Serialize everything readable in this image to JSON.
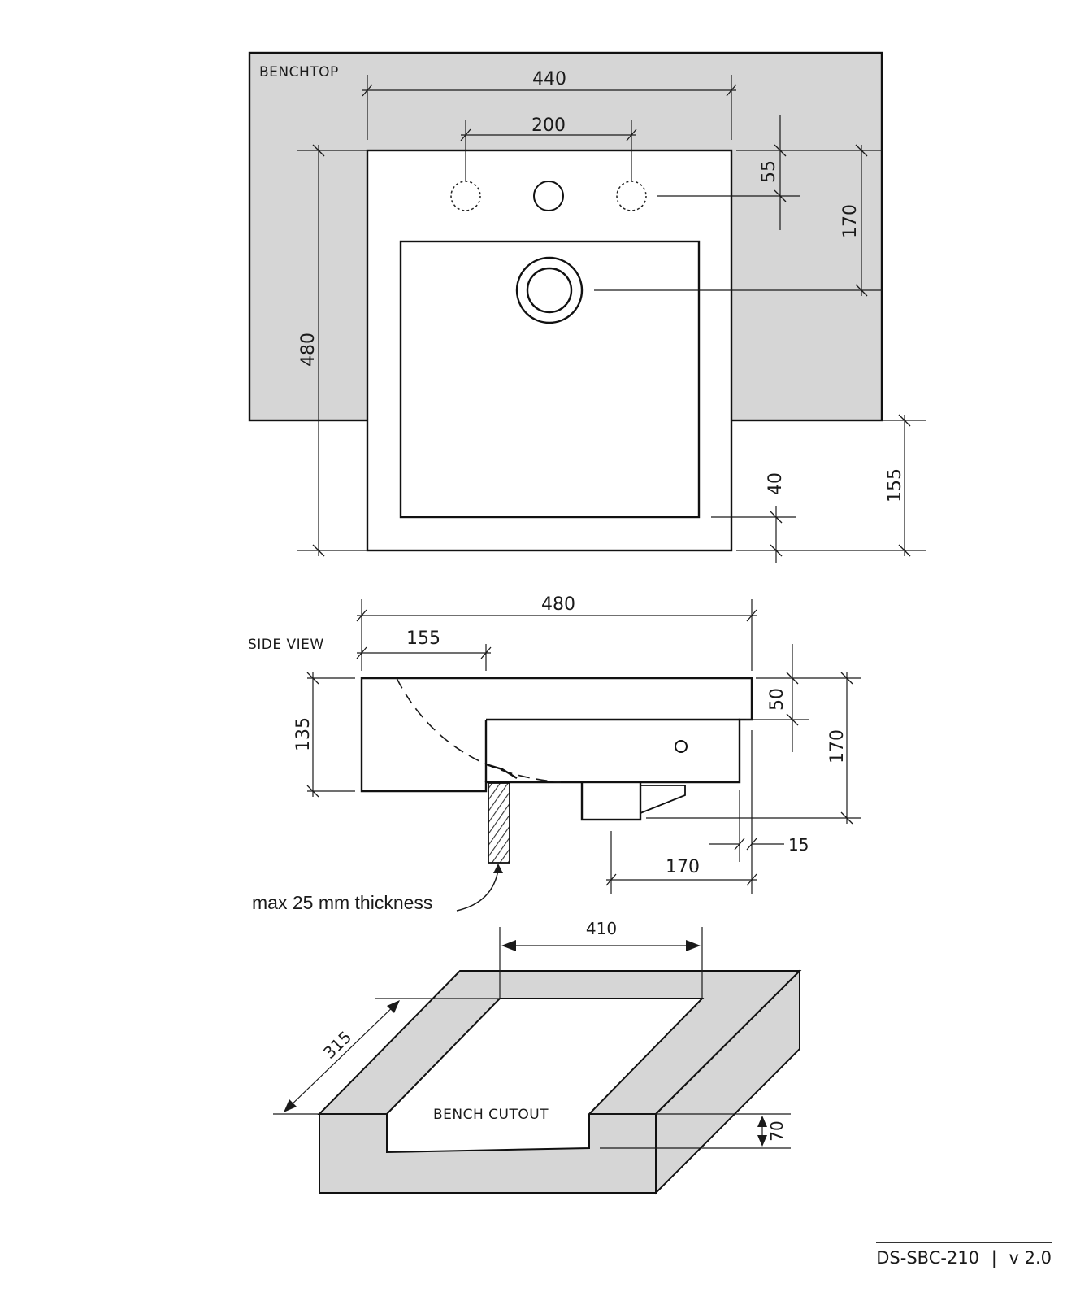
{
  "top_view": {
    "benchtop_label": "BENCHTOP",
    "dims": {
      "width_440": "440",
      "taps_200": "200",
      "offset_55": "55",
      "waste_170": "170",
      "depth_480": "480",
      "rim_40": "40",
      "overhang_155": "155"
    }
  },
  "side_view": {
    "label": "SIDE VIEW",
    "dims": {
      "length_480": "480",
      "inset_155": "155",
      "height_135": "135",
      "top_50": "50",
      "total_170": "170",
      "gap_15": "15",
      "bottom_170": "170"
    },
    "note": "max 25 mm thickness"
  },
  "cutout_view": {
    "label": "BENCH CUTOUT",
    "dims": {
      "width_410": "410",
      "depth_315": "315",
      "thickness_70": "70"
    }
  },
  "footer": {
    "doc_code": "DS-SBC-210",
    "separator": "|",
    "version": "v 2.0"
  },
  "colors": {
    "bench_fill": "#d6d6d6",
    "line": "#1a1a1a",
    "background": "#ffffff"
  }
}
